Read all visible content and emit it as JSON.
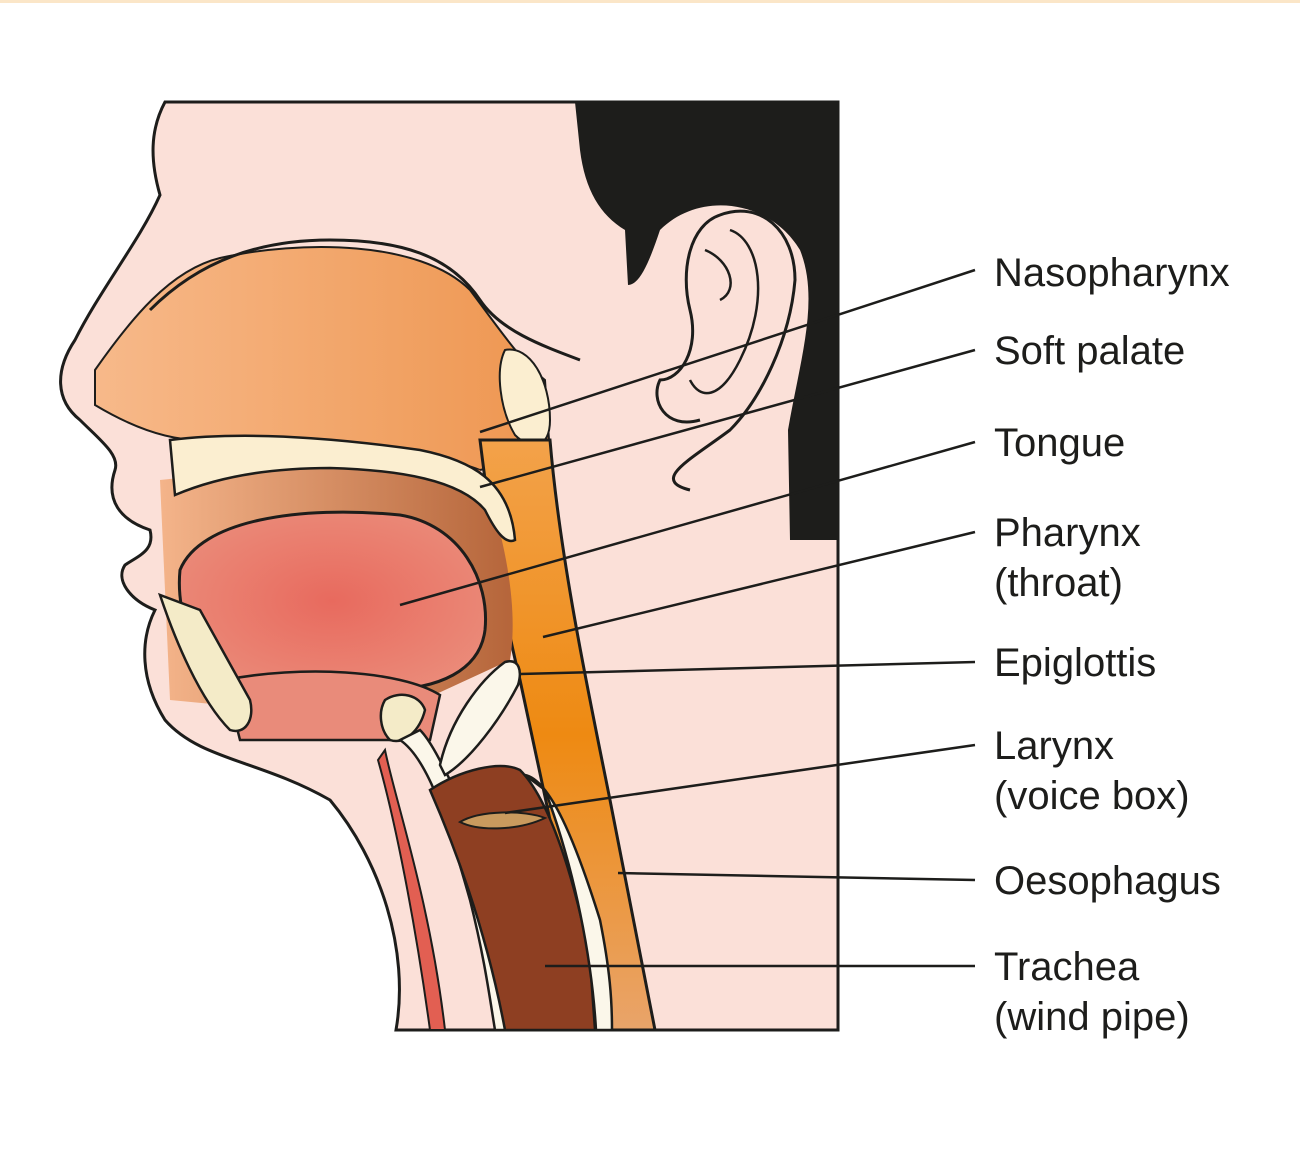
{
  "labels": {
    "nasopharynx": "Nasopharynx",
    "soft_palate": "Soft palate",
    "tongue": "Tongue",
    "pharynx": "Pharynx",
    "pharynx_sub": "(throat)",
    "epiglottis": "Epiglottis",
    "larynx": "Larynx",
    "larynx_sub": "(voice box)",
    "oesophagus": "Oesophagus",
    "trachea": "Trachea",
    "trachea_sub": "(wind pipe)"
  },
  "colors": {
    "skin": "#fbe0d8",
    "hair": "#1d1d1b",
    "nasal": "#f2a56a",
    "pharynx": "#ee8a1e",
    "tongue": "#e2725f",
    "trachea": "#8e3f22",
    "cartilage": "#fbf7ea"
  }
}
